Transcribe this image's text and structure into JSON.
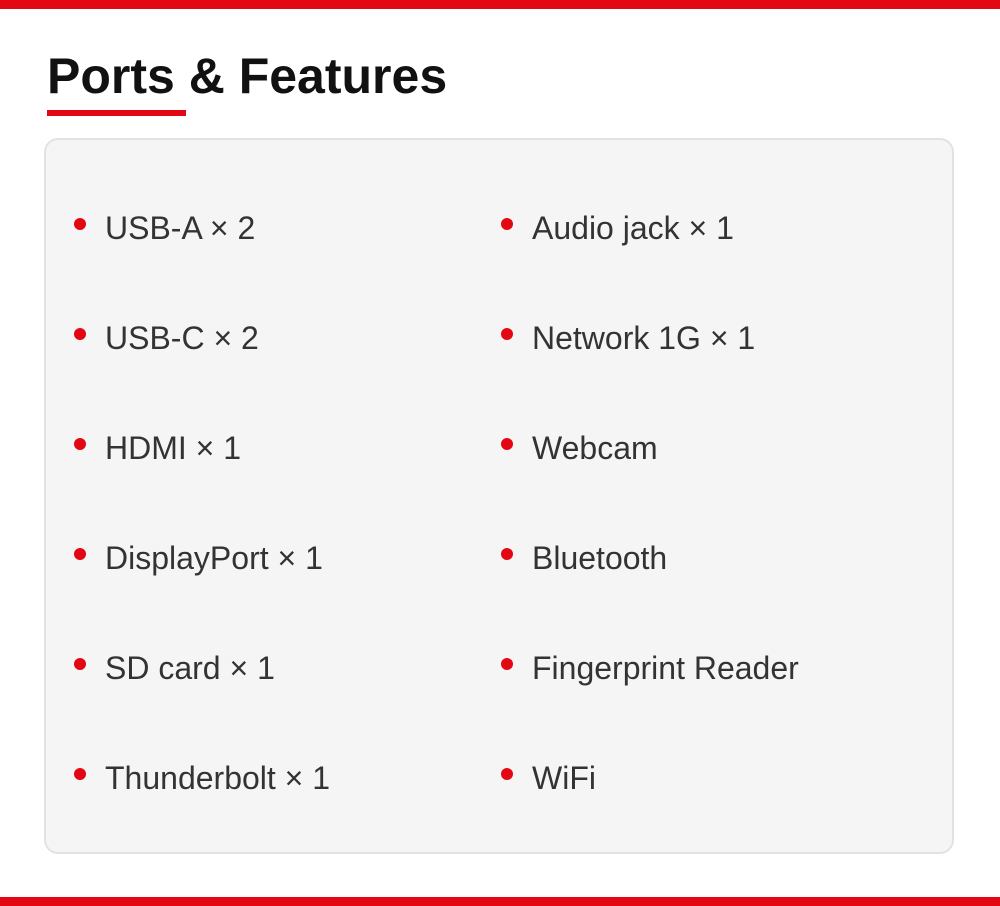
{
  "header": {
    "title": "Ports & Features"
  },
  "colors": {
    "accent": "#e30613",
    "card_background": "#f5f5f5",
    "card_border": "#e2e2e2",
    "text": "#333333",
    "title_text": "#111111"
  },
  "features": {
    "left_column": [
      "USB-A × 2",
      "USB-C × 2",
      "HDMI × 1",
      "DisplayPort × 1",
      "SD card × 1",
      "Thunderbolt × 1"
    ],
    "right_column": [
      "Audio jack × 1",
      "Network 1G × 1",
      "Webcam",
      "Bluetooth",
      "Fingerprint Reader",
      "WiFi"
    ]
  }
}
